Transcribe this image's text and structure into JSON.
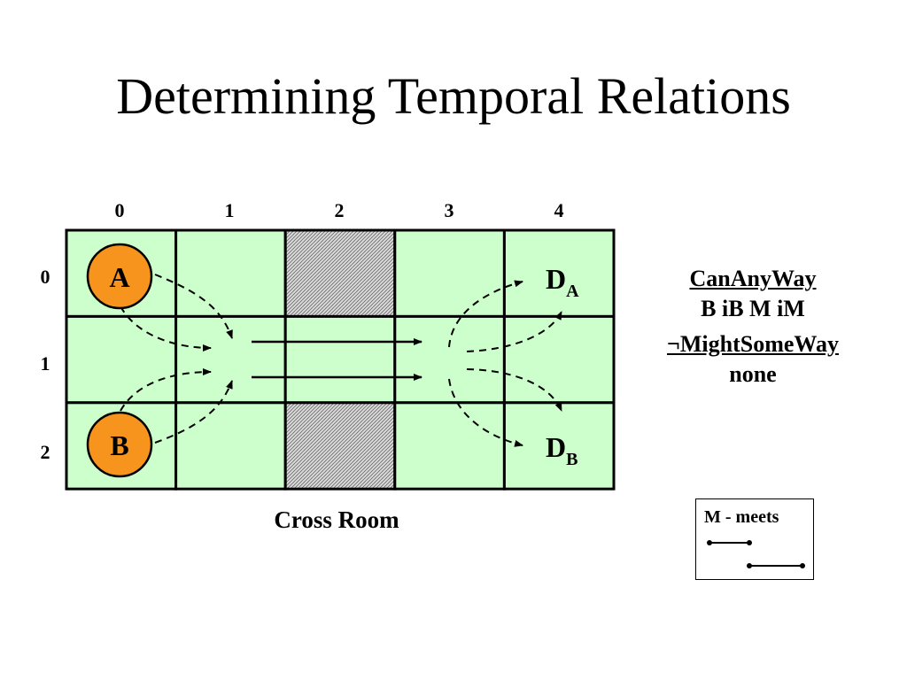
{
  "title": "Determining Temporal Relations",
  "grid": {
    "column_numbers": [
      "0",
      "1",
      "2",
      "3",
      "4"
    ],
    "row_numbers": [
      "0",
      "1",
      "2"
    ],
    "obstacle_cells": [
      [
        0,
        2
      ],
      [
        2,
        2
      ]
    ],
    "colors": {
      "cell_fill": "#ccffcc",
      "obstacle_fill": "#d6d6d6",
      "agent_fill": "#f7941d",
      "line": "#000000"
    }
  },
  "agents": [
    {
      "label": "A",
      "row": 0,
      "col": 0
    },
    {
      "label": "B",
      "row": 2,
      "col": 0
    }
  ],
  "destinations": [
    {
      "main": "D",
      "sub": "A",
      "row": 0,
      "col": 4
    },
    {
      "main": "D",
      "sub": "B",
      "row": 2,
      "col": 4
    }
  ],
  "caption": "Cross Room",
  "relations": {
    "can_any_way_label": "CanAnyWay",
    "can_any_way_value": "B iB M iM",
    "might_some_way_label": "¬MightSomeWay",
    "might_some_way_value": "none"
  },
  "legend": {
    "label": "M - meets"
  }
}
